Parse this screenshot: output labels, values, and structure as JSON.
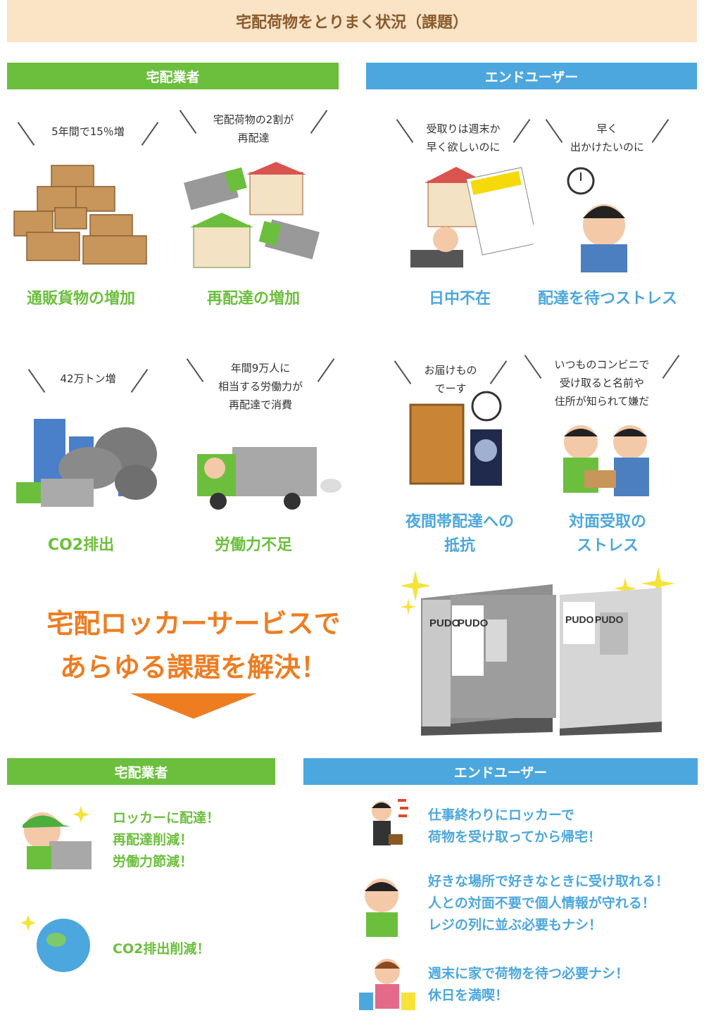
{
  "header": {
    "title": "宅配荷物をとりまく状況（課題）"
  },
  "top_sections": {
    "carrier": "宅配業者",
    "end_user": "エンドユーザー"
  },
  "issues": [
    {
      "quote": "5年間で15％増",
      "label": "通販貨物の増加"
    },
    {
      "quote": "宅配荷物の2割が\n再配達",
      "label": "再配達の増加"
    },
    {
      "quote": "受取りは週末か\n早く欲しいのに",
      "label": "日中不在"
    },
    {
      "quote": "早く\n出かけたいのに",
      "label": "配達を待つストレス"
    },
    {
      "quote": "42万トン増",
      "label": "CO2排出"
    },
    {
      "quote": "年間9万人に\n相当する労働力が\n再配達で消費",
      "label": "労働力不足"
    },
    {
      "quote": "お届けもの\nでーす",
      "label": "夜間帯配達への\n抵抗"
    },
    {
      "quote": "いつものコンビニで\n受け取ると名前や\n住所が知られて嫌だ",
      "label": "対面受取の\nストレス"
    }
  ],
  "solution": {
    "headline_1": "宅配ロッカーサービスで",
    "headline_2": "あらゆる課題を解決！",
    "locker_brand": "PUDO"
  },
  "bottom_sections": {
    "carrier": "宅配業者",
    "end_user": "エンドユーザー"
  },
  "benefits_carrier": [
    {
      "lines": [
        "ロッカーに配達！",
        "再配達削減！",
        "労働力節減！"
      ]
    },
    {
      "lines": [
        "CO2排出削減！"
      ]
    }
  ],
  "benefits_user": [
    {
      "lines": [
        "仕事終わりにロッカーで",
        "荷物を受け取ってから帰宅！"
      ]
    },
    {
      "lines": [
        "好きな場所で好きなときに受け取れる！",
        "人との対面不要で個人情報が守れる！",
        "レジの列に並ぶ必要もナシ！"
      ]
    },
    {
      "lines": [
        "週末に家で荷物を待つ必要ナシ！",
        "休日を満喫！"
      ]
    }
  ],
  "colors": {
    "green": "#6cbf3d",
    "blue": "#4ca7de",
    "orange": "#ee7d22",
    "header_bg": "#fbe3c6"
  }
}
